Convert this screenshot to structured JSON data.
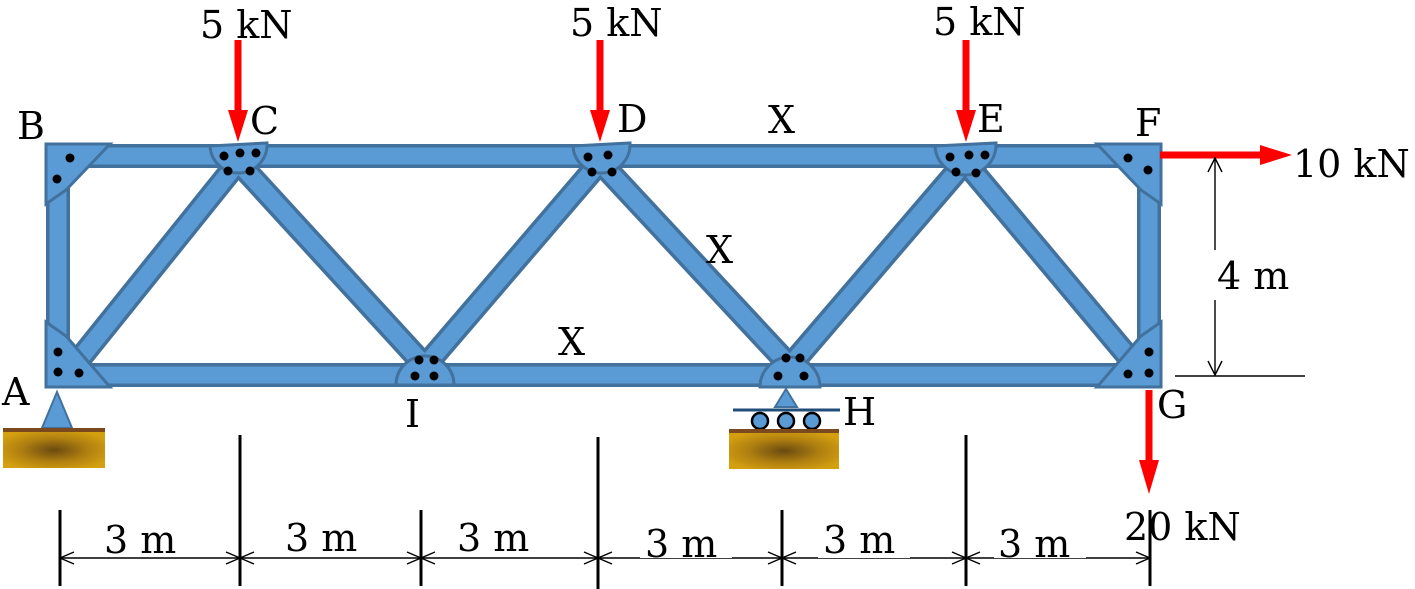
{
  "colors": {
    "member_fill": "#5b9bd5",
    "member_edge": "#41719c",
    "load_arrow": "#ff0000",
    "ground_fill": "#c8960a",
    "ground_edge": "#7a4a1e"
  },
  "joints": {
    "A": "A",
    "B": "B",
    "C": "C",
    "D": "D",
    "E": "E",
    "F": "F",
    "G": "G",
    "H": "H",
    "I": "I"
  },
  "zero_force_marks": [
    "X",
    "X",
    "X"
  ],
  "loads": {
    "C": "5 kN",
    "D": "5 kN",
    "E": "5 kN",
    "F_horizontal": "10 kN",
    "G_vertical": "20 kN"
  },
  "dimensions": {
    "height": "4 m",
    "spans": [
      "3 m",
      "3 m",
      "3 m",
      "3 m",
      "3 m",
      "3 m"
    ]
  },
  "supports": {
    "A": "pin-support",
    "H": "roller-support"
  }
}
